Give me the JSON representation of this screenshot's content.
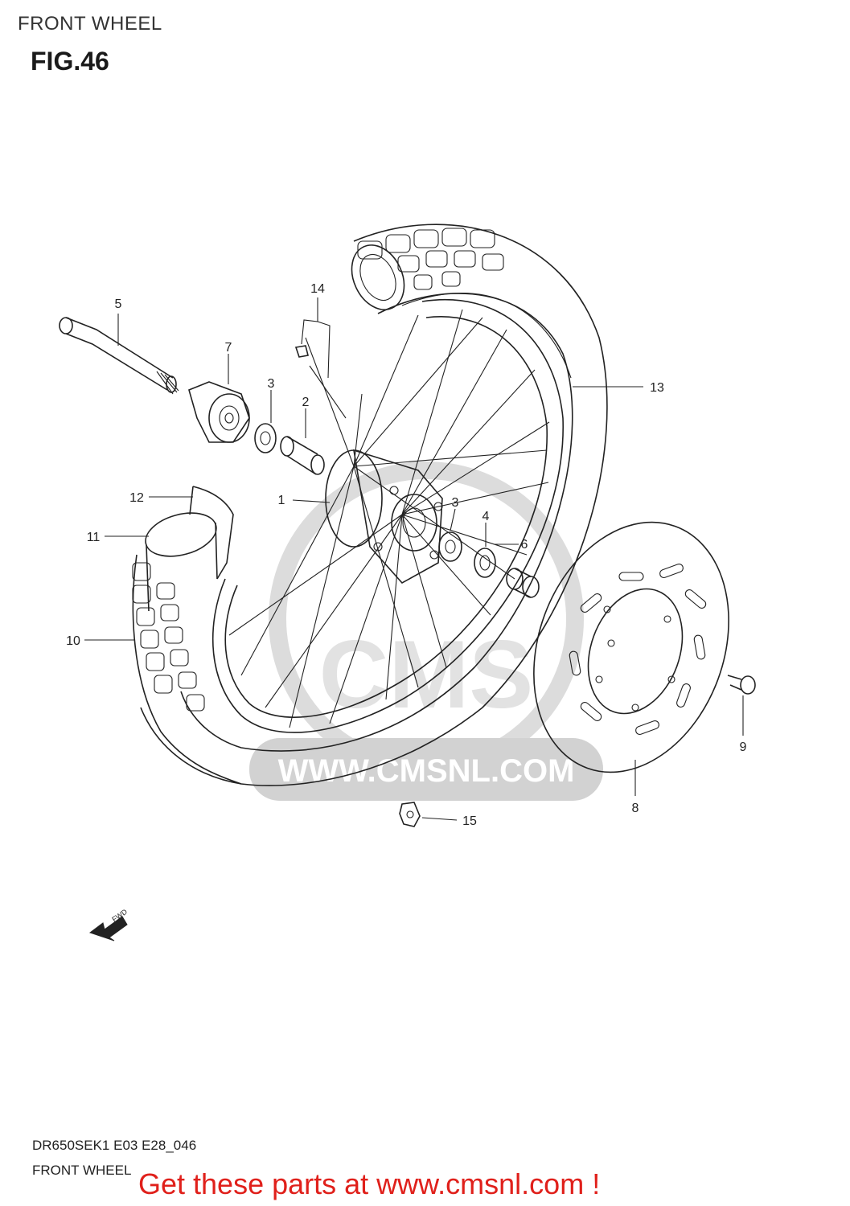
{
  "header": {
    "title": "FRONT WHEEL",
    "figure": "FIG.46"
  },
  "watermark": {
    "text": "WWW.CMSNL.COM",
    "color": "#d2d2d2"
  },
  "fwd_label": "FWD",
  "callouts": [
    {
      "id": "1",
      "label": "1"
    },
    {
      "id": "2",
      "label": "2"
    },
    {
      "id": "3a",
      "label": "3"
    },
    {
      "id": "3b",
      "label": "3"
    },
    {
      "id": "4",
      "label": "4"
    },
    {
      "id": "5",
      "label": "5"
    },
    {
      "id": "6",
      "label": "6"
    },
    {
      "id": "7",
      "label": "7"
    },
    {
      "id": "8",
      "label": "8"
    },
    {
      "id": "9",
      "label": "9"
    },
    {
      "id": "10",
      "label": "10"
    },
    {
      "id": "11",
      "label": "11"
    },
    {
      "id": "12",
      "label": "12"
    },
    {
      "id": "13",
      "label": "13"
    },
    {
      "id": "14",
      "label": "14"
    },
    {
      "id": "15",
      "label": "15"
    }
  ],
  "footer": {
    "model_code": "DR650SEK1 E03 E28_046",
    "title": "FRONT WHEEL",
    "cta": "Get these parts at www.cmsnl.com !",
    "cta_color": "#e0201b"
  }
}
